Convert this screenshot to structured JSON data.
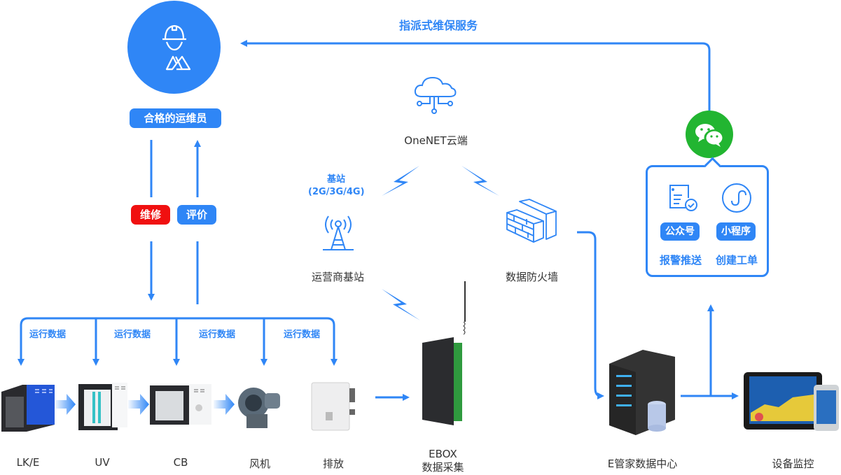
{
  "colors": {
    "primary": "#2f86f6",
    "repair": "#f01010",
    "wechat": "#22b531"
  },
  "top_flow": {
    "label": "指派式维保服务"
  },
  "worker": {
    "icon": "engineer-icon",
    "label": "合格的运维员"
  },
  "actions": {
    "repair": "维修",
    "review": "评价"
  },
  "run_data_labels": [
    "运行数据",
    "运行数据",
    "运行数据",
    "运行数据"
  ],
  "devices": [
    {
      "label": "LK/E",
      "icon": "purifier-lke-image"
    },
    {
      "label": "UV",
      "icon": "purifier-uv-image"
    },
    {
      "label": "CB",
      "icon": "purifier-cb-image"
    },
    {
      "label": "风机",
      "icon": "fan-image"
    },
    {
      "label": "排放",
      "icon": "emission-monitor-image"
    }
  ],
  "cloud": {
    "label": "OneNET云端",
    "icon": "cloud-icon"
  },
  "base_station": {
    "label": "运营商基站",
    "note_line1": "基站",
    "note_line2": "(2G/3G/4G)",
    "icon": "tower-icon"
  },
  "firewall": {
    "label": "数据防火墙",
    "icon": "firewall-icon"
  },
  "ebox": {
    "label_line1": "EBOX",
    "label_line2": "数据采集"
  },
  "datacenter": {
    "label": "E管家数据中心"
  },
  "monitor": {
    "label": "设备监控"
  },
  "wechat": {
    "icon": "wechat-icon",
    "items": [
      {
        "badge": "公众号",
        "caption": "报警推送",
        "icon": "document-check-icon"
      },
      {
        "badge": "小程序",
        "caption": "创建工单",
        "icon": "mini-program-icon"
      }
    ]
  }
}
